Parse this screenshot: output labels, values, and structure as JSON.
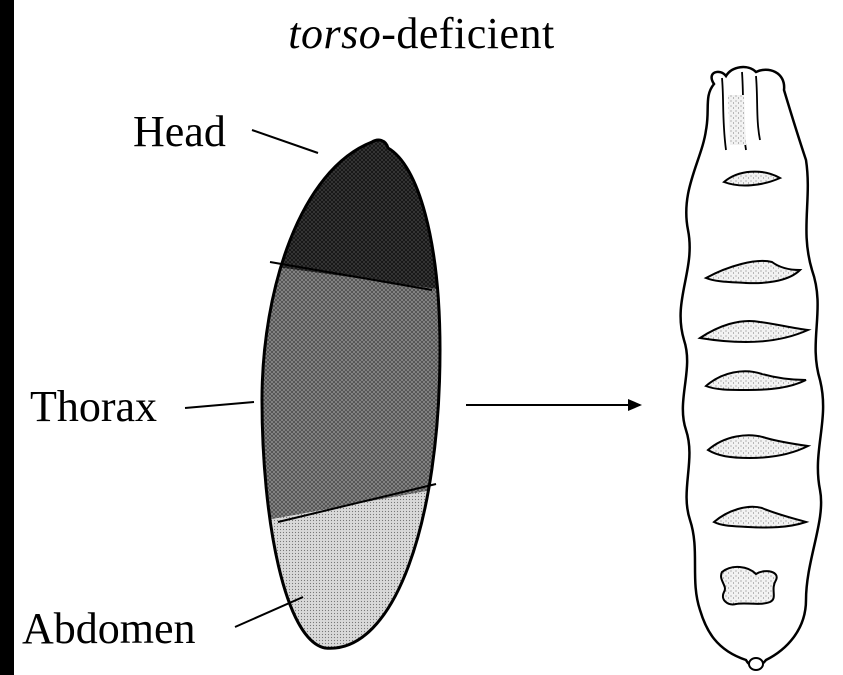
{
  "title": {
    "gene": "torso",
    "suffix": "-deficient"
  },
  "labels": {
    "head": "Head",
    "thorax": "Thorax",
    "abdomen": "Abdomen"
  },
  "colors": {
    "head_region": "#2b2b2b",
    "thorax_region": "#7a7a7a",
    "abdomen_region": "#c8c8c8",
    "ink": "#000000",
    "background": "#ffffff"
  }
}
